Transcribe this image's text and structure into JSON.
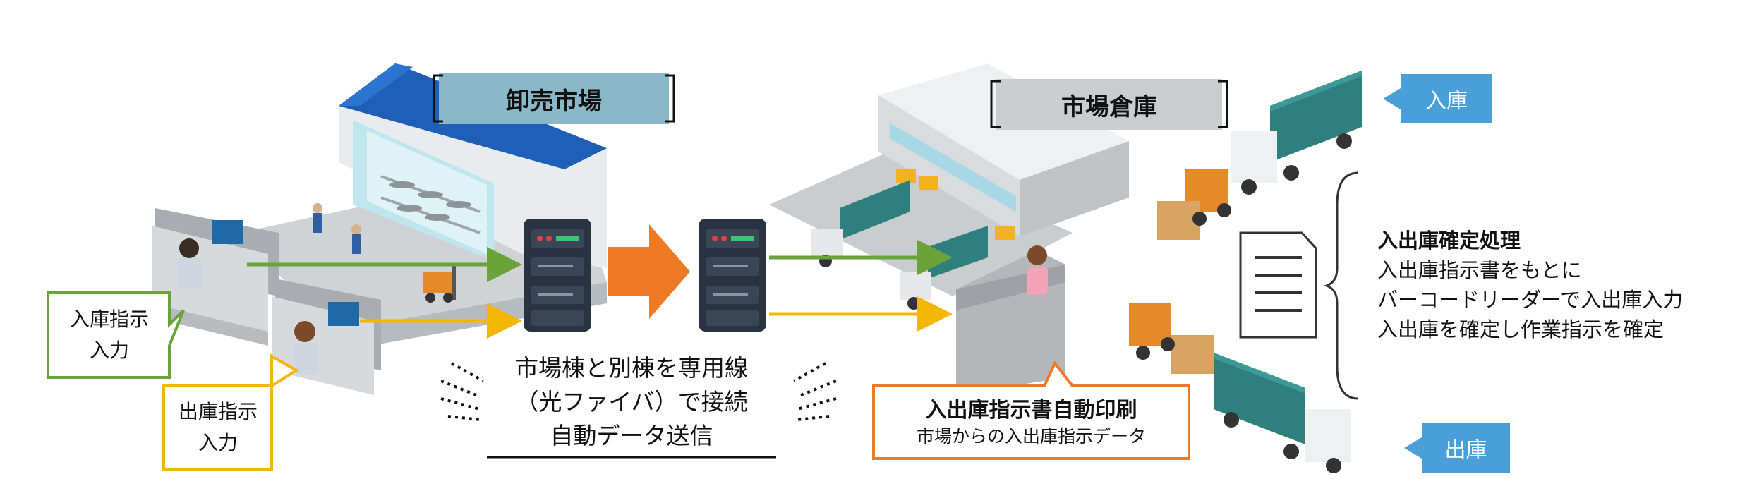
{
  "labels": {
    "wholesale_market": "卸売市場",
    "market_warehouse": "市場倉庫",
    "receiving_instruction_input": "入庫指示\n入力",
    "shipping_instruction_input": "出庫指示\n入力",
    "receiving_tag": "入庫",
    "shipping_tag": "出庫"
  },
  "center_note": {
    "line1": "市場棟と別棟を専用線",
    "line2": "（光ファイバ）で接続",
    "line3": "自動データ送信"
  },
  "print_box": {
    "title": "入出庫指示書自動印刷",
    "subtitle": "市場からの入出庫指示データ"
  },
  "process": {
    "title": "入出庫確定処理",
    "line1": "入出庫指示書をもとに",
    "line2": "バーコードリーダーで入出庫入力",
    "line3": "入出庫を確定し作業指示を確定"
  },
  "colors": {
    "green_line": "#6aa33a",
    "yellow_line": "#f2b705",
    "orange_arrow": "#ee7a26",
    "blue_tag": "#4a9fd8",
    "roof_blue": "#1f5fb8",
    "container_teal": "#2f7f7f"
  },
  "icons": [
    "server-icon",
    "document-icon",
    "forklift-icon",
    "truck-icon",
    "worker-icon"
  ]
}
